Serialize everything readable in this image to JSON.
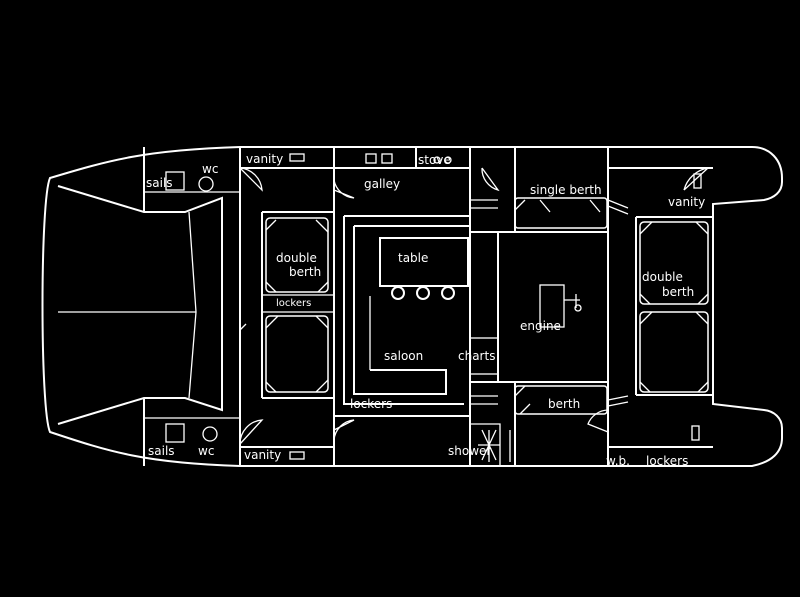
{
  "diagram": {
    "background": "#000000",
    "line_color": "#ffffff",
    "labels": {
      "sails_port": "sails",
      "wc_port": "wc",
      "sails_stbd": "sails",
      "wc_stbd": "wc",
      "vanity_fwd_left": "vanity",
      "vanity_aft_left": "vanity",
      "stove": "stove",
      "galley": "galley",
      "single_berth": "single berth",
      "vanity_right": "vanity",
      "double_berth_left_1": "double",
      "double_berth_left_2": "berth",
      "lockers_small": "lockers",
      "table": "table",
      "saloon": "saloon",
      "charts": "charts",
      "engine": "engine",
      "lockers_saloon": "lockers",
      "berth": "berth",
      "shower": "shower",
      "double_berth_right_1": "double",
      "double_berth_right_2": "berth",
      "wb": "w.b.",
      "lockers_right": "lockers"
    }
  }
}
